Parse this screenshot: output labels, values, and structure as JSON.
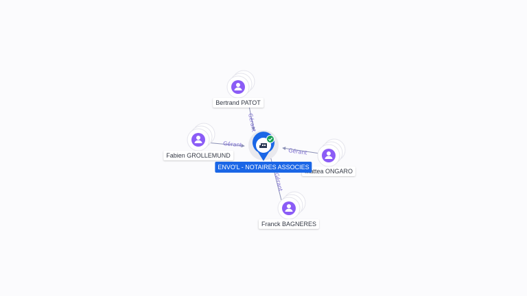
{
  "company": {
    "name": "ENVO'L - NOTAIRES ASSOCIES",
    "icon": "building-icon",
    "status": "verified-check",
    "color": "#1a66e6",
    "status_color": "#18a058"
  },
  "people": [
    {
      "id": "bertrand",
      "name": "Bertrand PATOT",
      "role": "Gérant",
      "icon": "person-icon"
    },
    {
      "id": "fabien",
      "name": "Fabien GROLLEMUND",
      "role": "Gérant",
      "icon": "person-icon"
    },
    {
      "id": "mattea",
      "name": "Mattea ONGARO",
      "role": "Gérant",
      "icon": "person-icon"
    },
    {
      "id": "franck",
      "name": "Franck BAGNERES",
      "role": "Gérant",
      "icon": "person-icon"
    }
  ],
  "colors": {
    "person": "#8b5cf6",
    "edge": "#8a8fb5",
    "edge_label": "#7b6ccf"
  }
}
